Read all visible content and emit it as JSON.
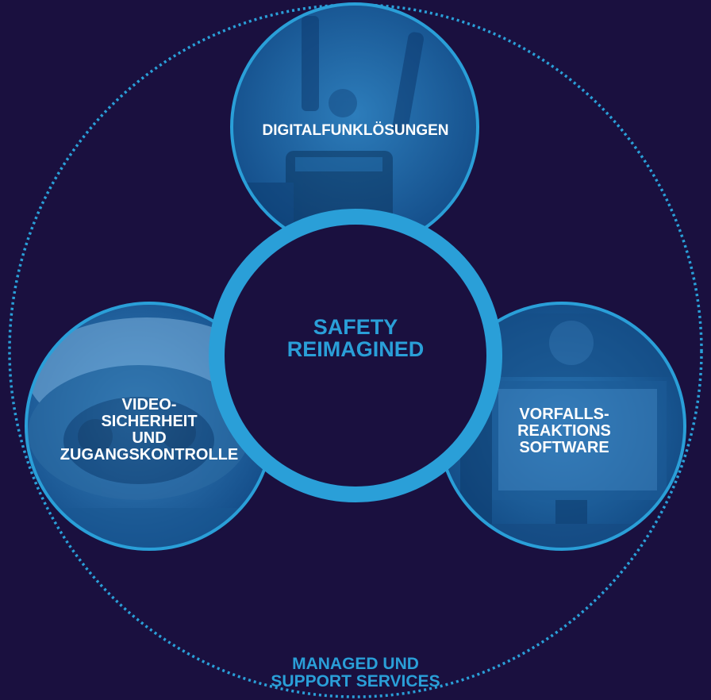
{
  "diagram": {
    "center_label": "SAFETY\nREIMAGINED",
    "outer_ring_label": "MANAGED UND\nSUPPORT SERVICES",
    "nodes": [
      {
        "id": "top",
        "label": "DIGITALFUNKLÖSUNGEN",
        "image_icon": "radio-device-photo"
      },
      {
        "id": "left",
        "label": "VIDEO-\nSICHERHEIT\nUND\nZUGANGSKONTROLLE",
        "image_icon": "security-camera-photo"
      },
      {
        "id": "right",
        "label": "VORFALLS-\nREAKTIONS\nSOFTWARE",
        "image_icon": "control-room-monitor-photo"
      }
    ]
  },
  "colors": {
    "background": "#1a103f",
    "accent": "#2a9fd8",
    "node_fill": "#1f6fae",
    "text": "#ffffff"
  }
}
